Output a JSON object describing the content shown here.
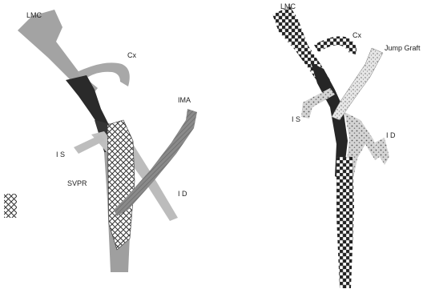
{
  "left_diagram": {
    "labels": {
      "lmc": "LMC",
      "cx": "Cx",
      "ima": "IMA",
      "is": "I S",
      "svpr": "SVPR",
      "id": "I D"
    }
  },
  "right_diagram": {
    "labels": {
      "lmc": "LMC",
      "cx": "Cx",
      "jump_graft": "Jump Graft",
      "is": "I S",
      "id": "I D"
    }
  },
  "colors": {
    "vessel_gray": "#9a9a9a",
    "vessel_light": "#b8b8b8",
    "dark_fill": "#2a2a2a",
    "hatch_line": "#333333"
  }
}
